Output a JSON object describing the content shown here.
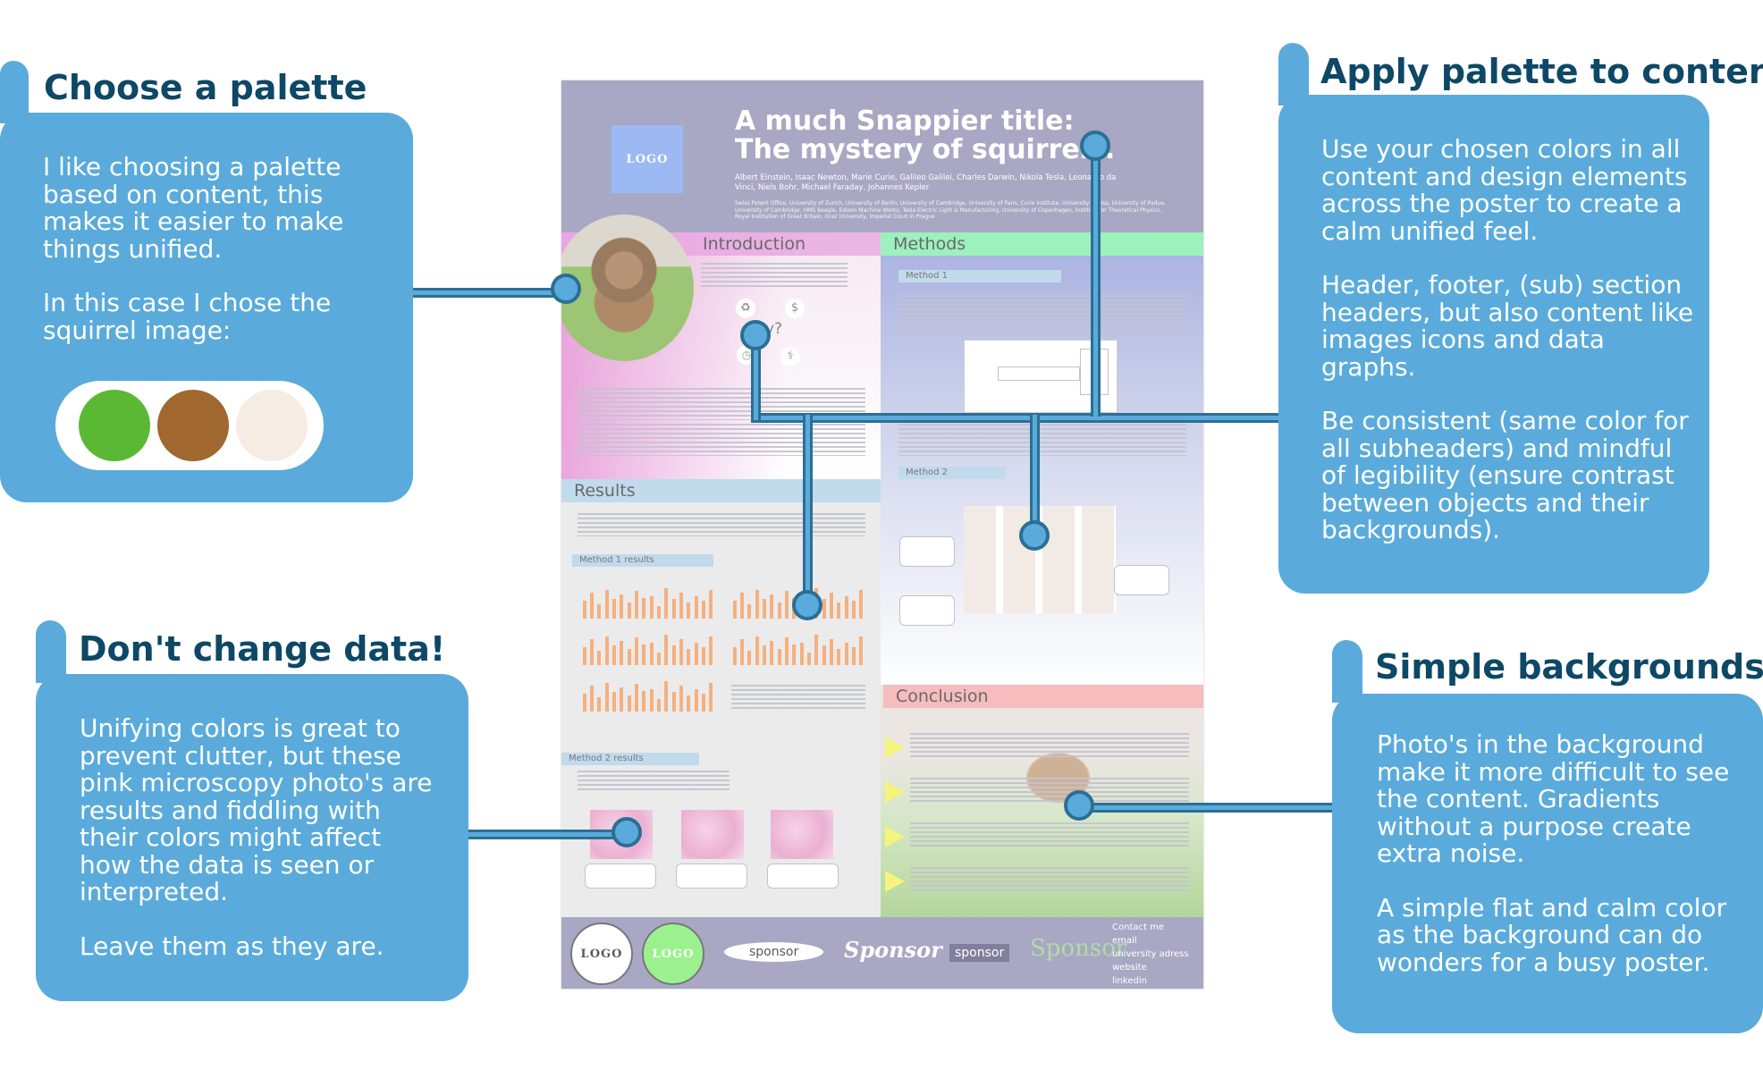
{
  "callouts": {
    "palette": {
      "title": "Choose a palette",
      "paragraphs": [
        "I like choosing a palette based on content, this makes it easier to make things unified.",
        "In this case I chose the squirrel image:"
      ],
      "swatches": [
        "#5bb834",
        "#a0672e",
        "#f6ece4"
      ]
    },
    "apply": {
      "title": "Apply palette to content",
      "paragraphs": [
        "Use your chosen colors in all content and design elements across the poster to create a calm unified feel.",
        "Header, footer, (sub) section headers, but also content like images icons and data graphs.",
        "Be consistent (same color for all subheaders) and mindful of legibility (ensure contrast between objects and their backgrounds)."
      ]
    },
    "data": {
      "title": "Don't change data!",
      "paragraphs": [
        "Unifying colors is great to prevent clutter, but these pink microscopy photo's are results and fiddling with their colors might affect how the data is seen or interpreted.",
        "Leave them as they are."
      ]
    },
    "backgrounds": {
      "title": "Simple backgrounds",
      "paragraphs": [
        "Photo's in the background make it more difficult to see the content. Gradients without a purpose create extra noise.",
        "A simple flat and calm color as the background can do wonders for a busy poster."
      ]
    }
  },
  "poster": {
    "logo": "LOGO",
    "title_line1": "A much Snappier title:",
    "title_line2": "The mystery of squirrels.",
    "authors": "Albert Einstein, Isaac Newton, Marie Curie, Galileo Galilei, Charles Darwin, Nikola Tesla, Leonardo da Vinci, Niels Bohr, Michael Faraday, Johannes Kepler",
    "affiliations": "Swiss Patent Office, University of Zurich, University of Berlin, University of Cambridge, University of Paris, Curie Institute, University of Pisa, University of Padua, University of Cambridge, HMS Beagle, Edison Machine Works, Tesla Electric Light & Manufacturing, University of Copenhagen, Institute for Theoretical Physics, Royal Institution of Great Britain, Graz University, Imperial Court in Prague",
    "sections": {
      "introduction": "Introduction",
      "methods": "Methods",
      "method1": "Method 1",
      "method2": "Method 2",
      "results": "Results",
      "method1_results": "Method 1 results",
      "method2_results": "Method 2 results",
      "conclusion": "Conclusion"
    },
    "intro_question_mark": "y?",
    "footer": {
      "logo1": "LOGO",
      "logo2": "LOGO",
      "sponsor1": "sponsor",
      "sponsor2": "Sponsor",
      "sponsor3": "sponsor",
      "sponsor4": "Sponsor",
      "contact": [
        "Contact me",
        "email",
        "university adress",
        "website",
        "linkedin"
      ]
    }
  }
}
